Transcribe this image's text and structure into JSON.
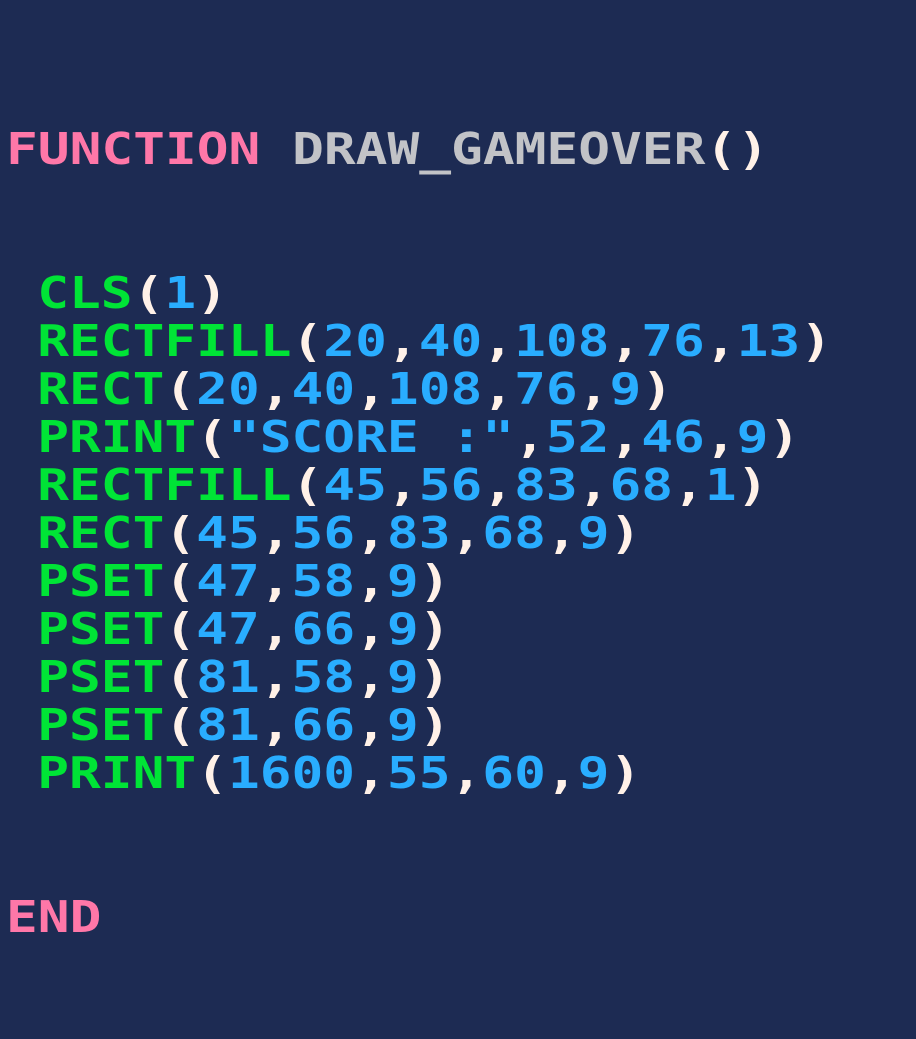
{
  "colors": {
    "background": "#1d2b53",
    "keyword": "#ff77a8",
    "function_name": "#c2c3c7",
    "builtin": "#00e436",
    "number": "#29adff",
    "punctuation": "#fff1e8"
  },
  "code": {
    "header": {
      "keyword": "FUNCTION",
      "name": "DRAW_GAMEOVER",
      "paren": "()"
    },
    "lines": [
      {
        "fn": "CLS",
        "args": [
          "1"
        ]
      },
      {
        "fn": "RECTFILL",
        "args": [
          "20",
          "40",
          "108",
          "76",
          "13"
        ]
      },
      {
        "fn": "RECT",
        "args": [
          "20",
          "40",
          "108",
          "76",
          "9"
        ]
      },
      {
        "fn": "PRINT",
        "str": "\"SCORE :\"",
        "args": [
          "52",
          "46",
          "9"
        ]
      },
      {
        "fn": "RECTFILL",
        "args": [
          "45",
          "56",
          "83",
          "68",
          "1"
        ]
      },
      {
        "fn": "RECT",
        "args": [
          "45",
          "56",
          "83",
          "68",
          "9"
        ]
      },
      {
        "fn": "PSET",
        "args": [
          "47",
          "58",
          "9"
        ]
      },
      {
        "fn": "PSET",
        "args": [
          "47",
          "66",
          "9"
        ]
      },
      {
        "fn": "PSET",
        "args": [
          "81",
          "58",
          "9"
        ]
      },
      {
        "fn": "PSET",
        "args": [
          "81",
          "66",
          "9"
        ]
      },
      {
        "fn": "PRINT",
        "args": [
          "1600",
          "55",
          "60",
          "9"
        ]
      }
    ],
    "footer": {
      "keyword": "END"
    }
  }
}
